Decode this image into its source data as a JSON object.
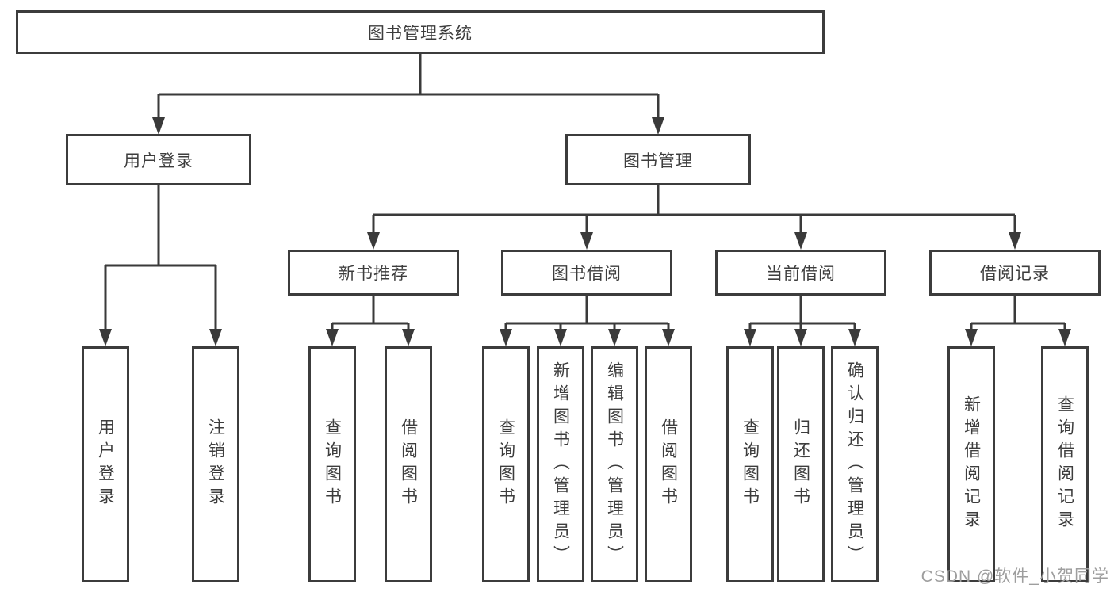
{
  "diagram": {
    "root": {
      "label": "图书管理系统"
    },
    "level2": [
      {
        "label": "用户登录"
      },
      {
        "label": "图书管理"
      }
    ],
    "level3": [
      {
        "label": "新书推荐"
      },
      {
        "label": "图书借阅"
      },
      {
        "label": "当前借阅"
      },
      {
        "label": "借阅记录"
      }
    ],
    "leaves": {
      "user": [
        "用户登录",
        "注销登录"
      ],
      "newbook": [
        "查询图书",
        "借阅图书"
      ],
      "borrow": [
        "查询图书",
        "新增图书（管理员）",
        "编辑图书（管理员）",
        "借阅图书"
      ],
      "current": [
        "查询图书",
        "归还图书",
        "确认归还（管理员）"
      ],
      "records": [
        "新增借阅记录",
        "查询借阅记录"
      ]
    }
  },
  "watermark": {
    "text": "CSDN @软件_小贺同学"
  },
  "colors": {
    "line": "#3a3a3a",
    "box_border": "#3c3c3c",
    "text": "#3d3d3d",
    "watermark": "#9e9e9e",
    "background": "#ffffff"
  }
}
